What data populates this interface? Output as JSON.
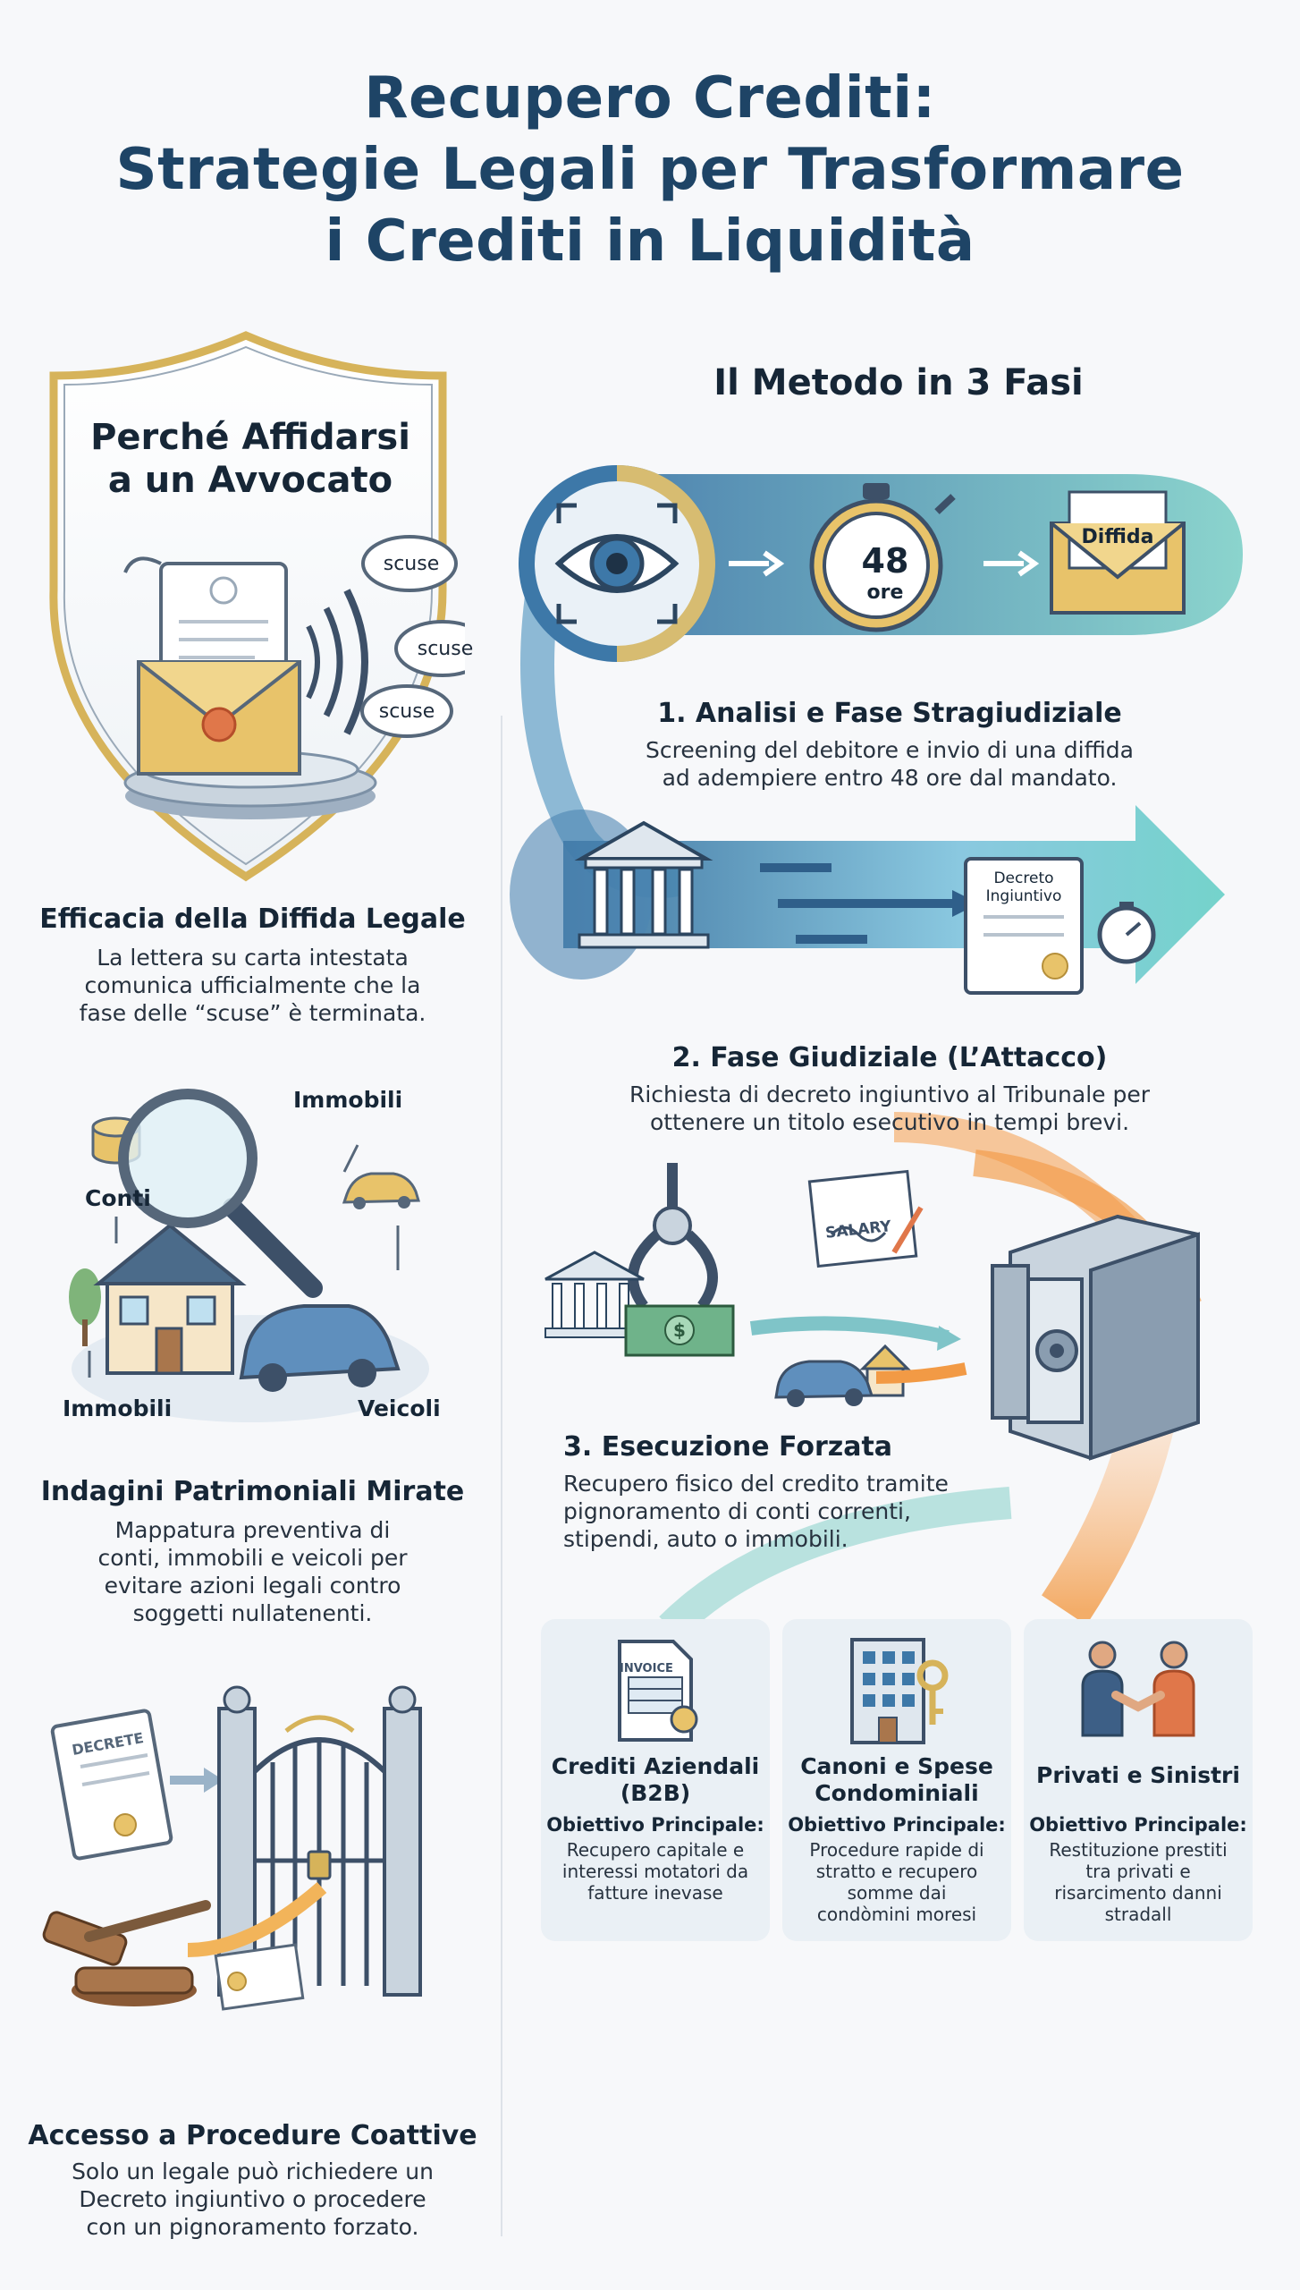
{
  "title": {
    "line1": "Recupero Crediti:",
    "line2": "Strategie Legali per Trasformare",
    "line3": "i Crediti in Liquidità"
  },
  "left": {
    "shield": {
      "title_line1": "Perché Affidarsi",
      "title_line2": "a un Avvocato",
      "bubbles": [
        "scuse",
        "scuse",
        "scuse"
      ]
    },
    "sections": [
      {
        "title": "Efficacia della Diffida Legale",
        "desc_lines": [
          "La lettera su carta intestata",
          "comunica ufficialmente che la",
          "fase delle “scuse” è terminata."
        ]
      },
      {
        "title": "Indagini Patrimoniali Mirate",
        "desc_lines": [
          "Mappatura preventiva di",
          "conti, immobili e veicoli per",
          "evitare azioni legali contro",
          "soggetti nullatenenti."
        ],
        "labels": {
          "conti": "Conti",
          "immobili_top": "Immobili",
          "immobili_bottom": "Immobili",
          "veicoli": "Veicoli"
        }
      },
      {
        "title": "Accesso a Procedure Coattive",
        "desc_lines": [
          "Solo un legale può richiedere un",
          "Decreto ingiuntivo o procedere",
          "con un pignoramento forzato."
        ],
        "doc_label": "DECRETE"
      }
    ]
  },
  "method": {
    "title": "Il Metodo in 3 Fasi",
    "timer": {
      "value": "48",
      "unit": "ore"
    },
    "envelope_label": "Diffida",
    "decree_label_line1": "Decreto",
    "decree_label_line2": "Ingiuntivo",
    "salary_label": "SALARY",
    "phases": [
      {
        "title": "1. Analisi e Fase Stragiudiziale",
        "desc_lines": [
          "Screening del debitore e invio di una diffida",
          "ad adempiere entro 48 ore dal mandato."
        ]
      },
      {
        "title": "2. Fase Giudiziale (L’Attacco)",
        "desc_lines": [
          "Richiesta di decreto ingiuntivo al Tribunale per",
          "ottenere un titolo esecutivo in tempi brevi."
        ]
      },
      {
        "title": "3. Esecuzione Forzata",
        "desc_lines": [
          "Recupero fisico del credito tramite",
          "pignoramento di conti correnti,",
          "stipendi, auto o immobili."
        ]
      }
    ]
  },
  "cards": [
    {
      "icon": "invoice-icon",
      "icon_label": "INVOICE",
      "title_lines": [
        "Crediti Aziendali",
        "(B2B)"
      ],
      "objective_label": "Obiettivo Principale:",
      "desc_lines": [
        "Recupero capitale e",
        "interessi motatori da",
        "fatture inevase"
      ]
    },
    {
      "icon": "building-key-icon",
      "title_lines": [
        "Canoni e Spese",
        "Condominiali"
      ],
      "objective_label": "Obiettivo Principale:",
      "desc_lines": [
        "Procedure rapide di",
        "stratto e recupero",
        "somme dai",
        "condòmini moresi"
      ]
    },
    {
      "icon": "handshake-icon",
      "title_lines": [
        "Privati e Sinistri"
      ],
      "objective_label": "Obiettivo Principale:",
      "desc_lines": [
        "Restituzione prestiti",
        "tra privati e",
        "risarcimento danni",
        "stradall"
      ]
    }
  ],
  "colors": {
    "title": "#1e4466",
    "teal": "#5fb8b8",
    "steel_blue": "#3d78a8",
    "orange": "#f29a45",
    "gold": "#d6b35a",
    "card_bg": "#eaf0f5"
  }
}
